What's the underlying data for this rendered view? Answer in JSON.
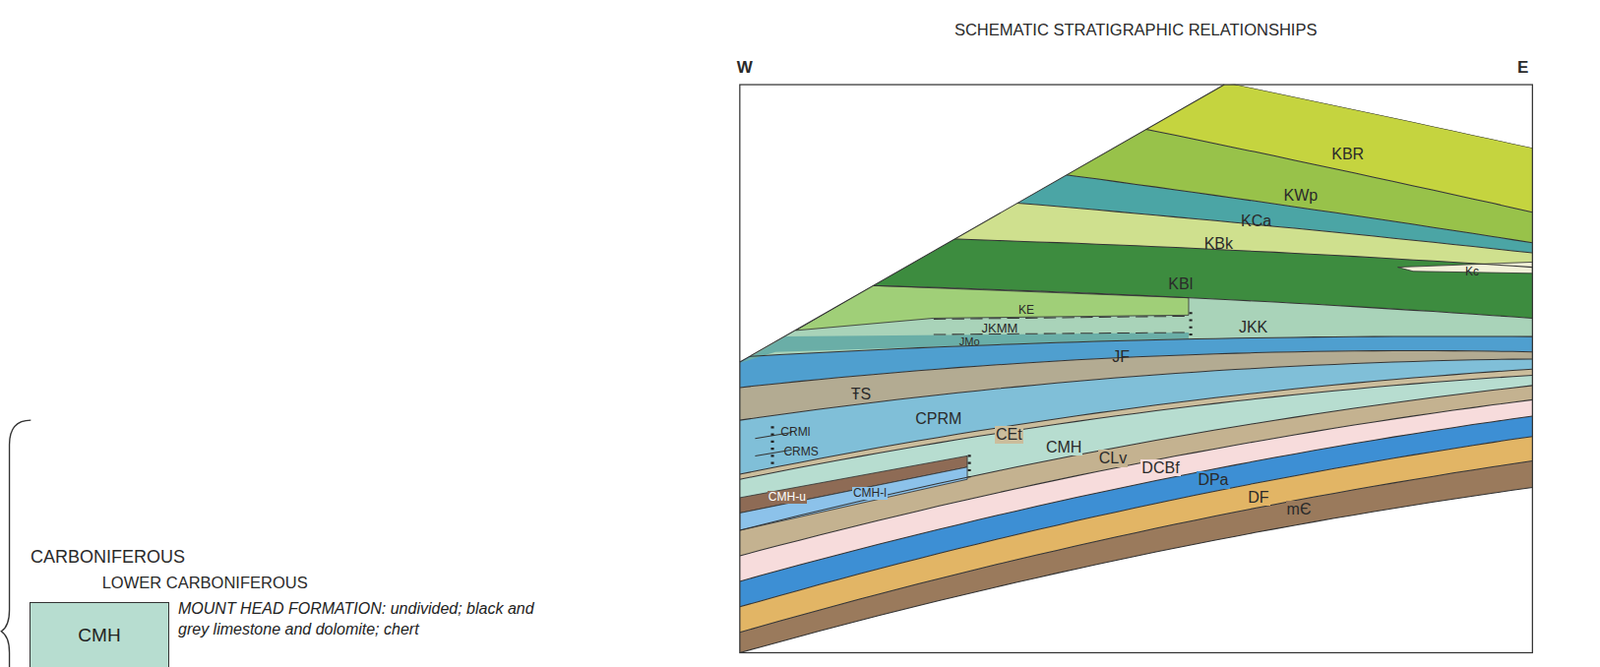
{
  "diagram": {
    "title": "SCHEMATIC STRATIGRAPHIC RELATIONSHIPS",
    "nodes": [
      {
        "text": [
          "CMH",
          "MOUNT HEAD FORMATION: undivided; black and grey limestone and dolomite; chert"
        ]
      }
    ],
    "labels": [
      "W",
      "E",
      "KBR",
      "KWp",
      "KCa",
      "KBk",
      "Kc",
      "KBl",
      "KE",
      "JKMM",
      "JMo",
      "JKK",
      "JF",
      "ŦS",
      "CPRM",
      "CRMl",
      "CRMS",
      "CEt",
      "CMH",
      "CLv",
      "DCBf",
      "DPa",
      "DF",
      "mЄ",
      "CMH-u",
      "CMH-l",
      "CARBONIFEROUS",
      "LOWER CARBONIFEROUS"
    ]
  }
}
